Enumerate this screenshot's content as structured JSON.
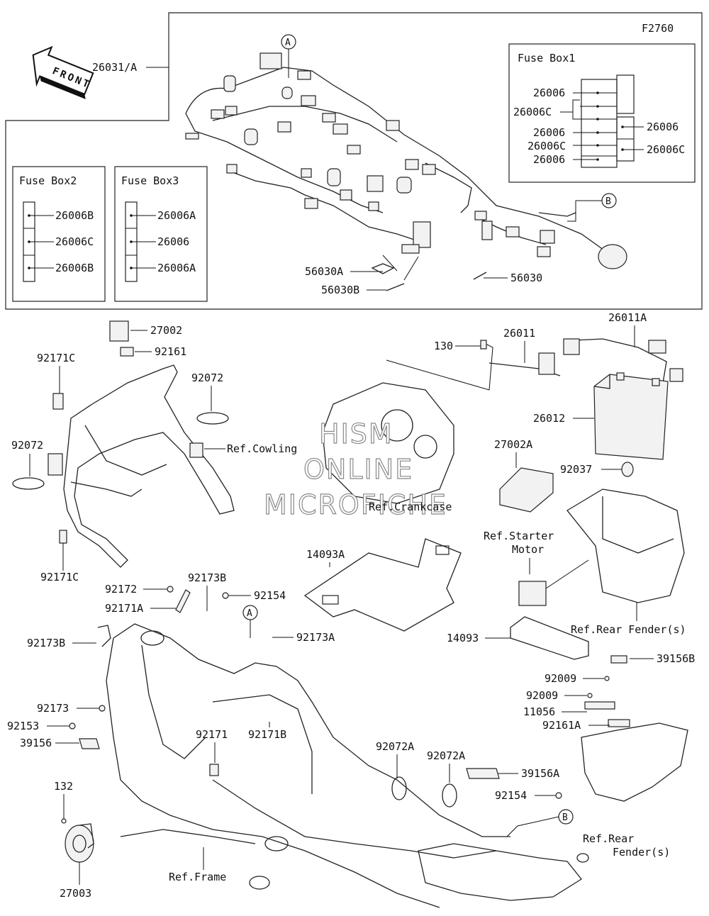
{
  "figure_code": "F2760",
  "front_label": "FRONT",
  "callout_a": "A",
  "callout_b": "B",
  "watermark": [
    "HISM",
    "ONLINE",
    "MICROFICHE"
  ],
  "fuse_box1": {
    "title": "Fuse Box1",
    "left_labels": [
      "26006",
      "26006C",
      "26006",
      "26006C",
      "26006"
    ],
    "right_labels": [
      "26006",
      "26006C"
    ]
  },
  "fuse_box2": {
    "title": "Fuse Box2",
    "labels": [
      "26006B",
      "26006C",
      "26006B"
    ]
  },
  "fuse_box3": {
    "title": "Fuse Box3",
    "labels": [
      "26006A",
      "26006",
      "26006A"
    ]
  },
  "parts": {
    "p26031A": "26031/A",
    "p56030A": "56030A",
    "p56030B": "56030B",
    "p56030": "56030",
    "p27002": "27002",
    "p92161": "92161",
    "p92171C_top": "92171C",
    "p92072_mid": "92072",
    "p92072_left": "92072",
    "p92171C_bottom": "92171C",
    "p130": "130",
    "p26011": "26011",
    "p26011A": "26011A",
    "p26012": "26012",
    "p27002A": "27002A",
    "p92037": "92037",
    "p14093A": "14093A",
    "p14093": "14093",
    "p92172": "92172",
    "p92173B_top": "92173B",
    "p92154_top": "92154",
    "p92171A": "92171A",
    "p92173A": "92173A",
    "p92173B_left": "92173B",
    "p92173": "92173",
    "p92153": "92153",
    "p39156": "39156",
    "p92171": "92171",
    "p92171B": "92171B",
    "p92072A_1": "92072A",
    "p92072A_2": "92072A",
    "p39156A": "39156A",
    "p92154_bottom": "92154",
    "p39156B": "39156B",
    "p92009_1": "92009",
    "p92009_2": "92009",
    "p11056": "11056",
    "p92161A": "92161A",
    "p132": "132",
    "p27003": "27003"
  },
  "refs": {
    "cowling": "Ref.Cowling",
    "crankcase": "Ref.Crankcase",
    "starter_motor_1": "Ref.Starter",
    "starter_motor_2": "Motor",
    "rear_fender_right": "Ref.Rear Fender(s)",
    "rear_fender_bottom_1": "Ref.Rear",
    "rear_fender_bottom_2": "Fender(s)",
    "frame": "Ref.Frame"
  }
}
